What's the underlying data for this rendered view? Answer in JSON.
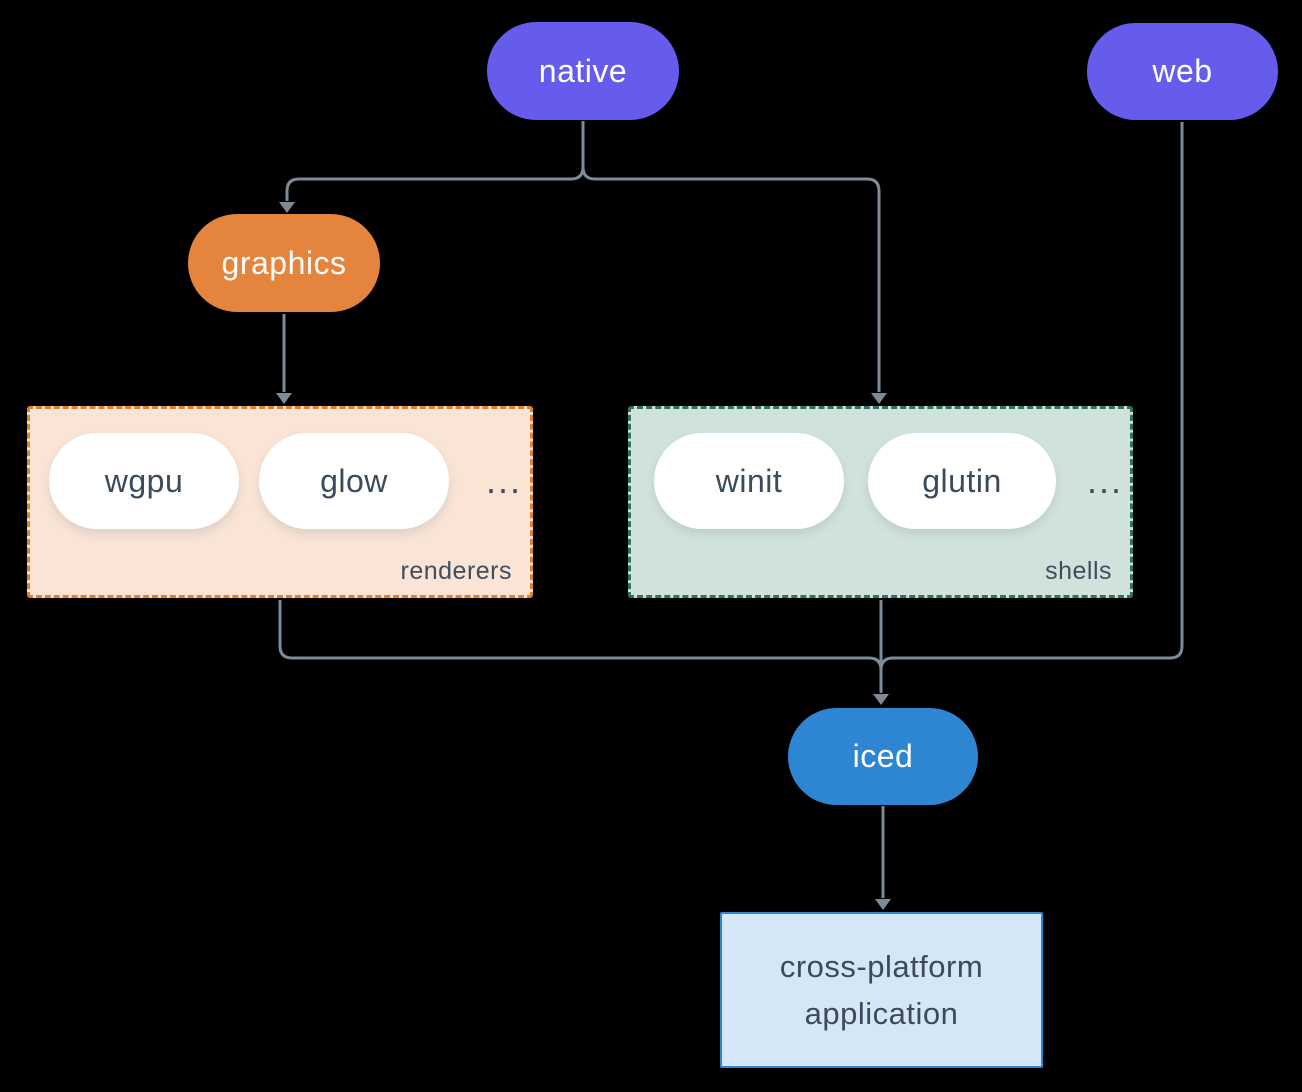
{
  "diagram": {
    "background_color": "#000000",
    "connector_color": "#7d8b99",
    "nodes": {
      "native": {
        "label": "native",
        "fill": "#655bec",
        "text_color": "#ffffff"
      },
      "web": {
        "label": "web",
        "fill": "#655bec",
        "text_color": "#ffffff"
      },
      "graphics": {
        "label": "graphics",
        "fill": "#e5843d",
        "text_color": "#ffffff"
      },
      "wgpu": {
        "label": "wgpu",
        "fill": "#ffffff",
        "text_color": "#3b4a5c"
      },
      "glow": {
        "label": "glow",
        "fill": "#ffffff",
        "text_color": "#3b4a5c"
      },
      "winit": {
        "label": "winit",
        "fill": "#ffffff",
        "text_color": "#3b4a5c"
      },
      "glutin": {
        "label": "glutin",
        "fill": "#ffffff",
        "text_color": "#3b4a5c"
      },
      "iced": {
        "label": "iced",
        "fill": "#2e86d3",
        "text_color": "#ffffff"
      },
      "application": {
        "line1": "cross-platform",
        "line2": "application",
        "fill": "#d5e7f7",
        "border": "#2f87d4",
        "text_color": "#3b4a5c"
      }
    },
    "groups": {
      "renderers": {
        "label": "renderers",
        "ellipsis": "...",
        "fill": "#f9e4d6",
        "border": "#e0812e"
      },
      "shells": {
        "label": "shells",
        "ellipsis": "...",
        "fill": "#d0e2dc",
        "border": "#2f7265"
      }
    },
    "edges": [
      {
        "from": "native",
        "to": "graphics"
      },
      {
        "from": "native",
        "to": "shells"
      },
      {
        "from": "graphics",
        "to": "renderers"
      },
      {
        "from": "renderers",
        "to": "iced"
      },
      {
        "from": "shells",
        "to": "iced"
      },
      {
        "from": "web",
        "to": "iced"
      },
      {
        "from": "iced",
        "to": "application"
      }
    ]
  }
}
